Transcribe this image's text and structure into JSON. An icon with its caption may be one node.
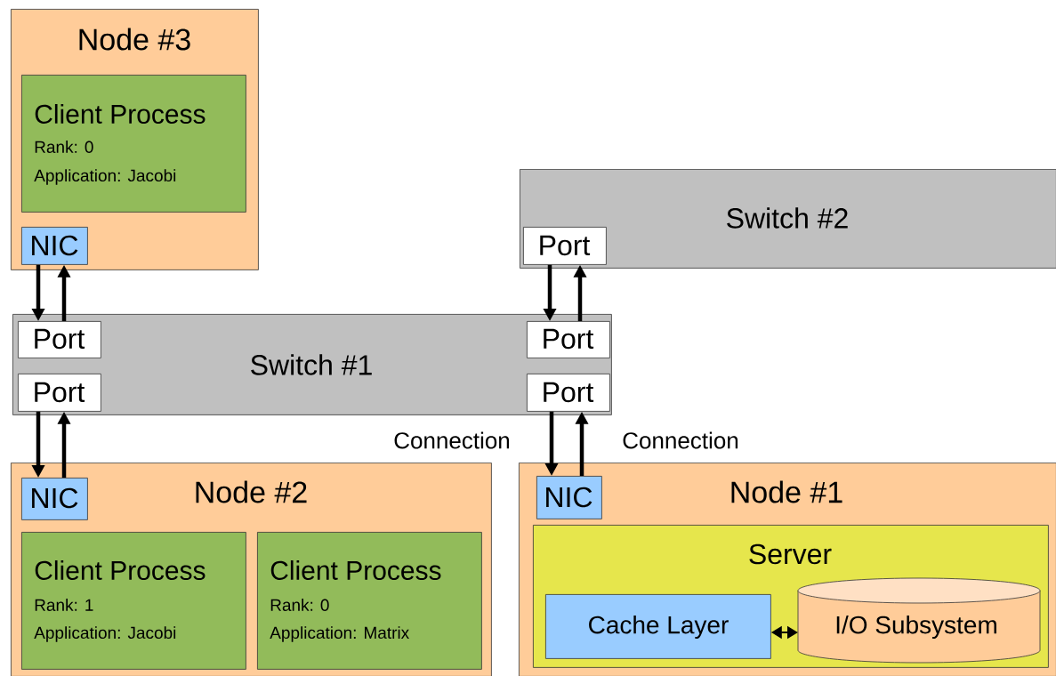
{
  "diagram": {
    "nodes": [
      {
        "text": [
          "Node #3"
        ]
      },
      {
        "text": [
          "Client Process",
          "Rank: 0",
          "Application: Jacobi"
        ],
        "in": 0
      },
      {
        "text": [
          "NIC"
        ],
        "in": 0
      },
      {
        "text": [
          "Switch #2"
        ]
      },
      {
        "text": [
          "Port"
        ],
        "in": 3
      },
      {
        "text": [
          "Switch #1"
        ]
      },
      {
        "text": [
          "Port"
        ],
        "in": 5
      },
      {
        "text": [
          "Port"
        ],
        "in": 5
      },
      {
        "text": [
          "Port"
        ],
        "in": 5
      },
      {
        "text": [
          "Port"
        ],
        "in": 5
      },
      {
        "text": [
          "Node #2"
        ]
      },
      {
        "text": [
          "NIC"
        ],
        "in": 10
      },
      {
        "text": [
          "Client Process",
          "Rank: 1",
          "Application: Jacobi"
        ],
        "in": 10
      },
      {
        "text": [
          "Client Process",
          "Rank: 0",
          "Application: Matrix"
        ],
        "in": 10
      },
      {
        "text": [
          "Node #1"
        ]
      },
      {
        "text": [
          "NIC"
        ],
        "in": 14
      },
      {
        "text": [
          "Server"
        ],
        "in": 14
      },
      {
        "text": [
          "Cache Layer"
        ],
        "in": 16
      },
      {
        "text": [
          "I/O Subsystem"
        ],
        "in": 16
      }
    ],
    "edges": [
      {
        "from": 2,
        "to": 6,
        "arrow": "to"
      },
      {
        "from": 6,
        "to": 2,
        "arrow": "to"
      },
      {
        "from": 4,
        "to": 8,
        "arrow": "to"
      },
      {
        "from": 8,
        "to": 4,
        "arrow": "to"
      },
      {
        "from": 7,
        "to": 11,
        "arrow": "to"
      },
      {
        "from": 11,
        "to": 7,
        "arrow": "to"
      },
      {
        "from": 9,
        "to": 15,
        "arrow": "to",
        "label": "Connection"
      },
      {
        "from": 15,
        "to": 9,
        "arrow": "to",
        "label": "Connection"
      },
      {
        "from": 17,
        "to": 18,
        "arrow": "both"
      }
    ]
  }
}
